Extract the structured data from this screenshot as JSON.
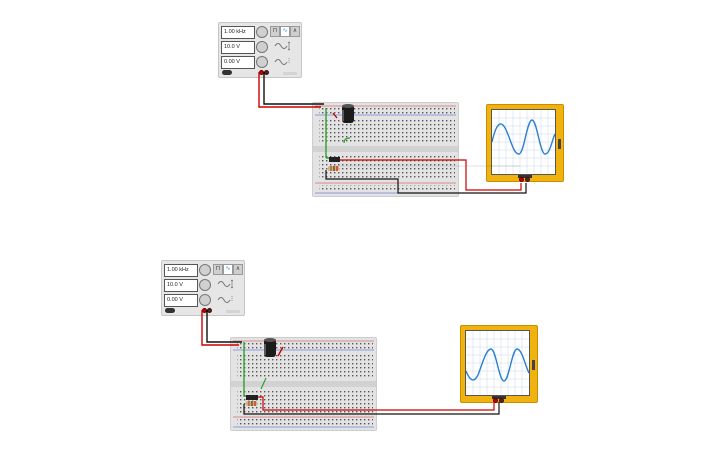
{
  "circuits": [
    {
      "id": "top",
      "generator": {
        "frequency": "1.00 kHz",
        "amplitude": "10.0 V",
        "offset": "0.00 V"
      }
    },
    {
      "id": "bottom",
      "generator": {
        "frequency": "1.00 kHz",
        "amplitude": "10.0 V",
        "offset": "0.00 V"
      }
    }
  ],
  "icons": {
    "wave_square": "square-wave-icon",
    "wave_sine": "sine-wave-icon",
    "wave_triangle": "triangle-wave-icon"
  },
  "colors": {
    "wire_red": "#cc0000",
    "wire_black": "#111111",
    "wire_green": "#2ea02e",
    "scope_body": "#f0b20f",
    "trace": "#2a7fd0"
  }
}
